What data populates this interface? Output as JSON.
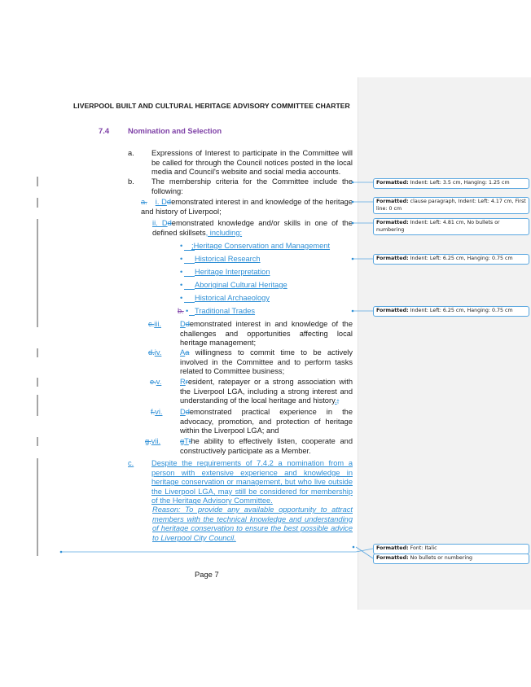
{
  "document": {
    "header_title": "LIVERPOOL BUILT AND CULTURAL HERITAGE ADVISORY COMMITTEE CHARTER",
    "section": {
      "number": "7.4",
      "title": "Nomination and Selection"
    },
    "items": {
      "a": {
        "label": "a.",
        "text": "Expressions of Interest to participate in the Committee will be called for through the Council notices posted in the local media and Council's website and social media accounts."
      },
      "b": {
        "label": "b.",
        "text": "The membership criteria for the Committee include the following:"
      },
      "criteria": {
        "i": {
          "deleted_label": "a.",
          "inserted_label": "i. D",
          "deleted_char": "d",
          "text": "emonstrated interest in and knowledge of the heritage and history of Liverpool;"
        },
        "ii": {
          "inserted_label": "ii. D",
          "deleted_char": "d",
          "text": "emonstrated knowledge and/or skills in one of the defined skillsets",
          "inserted_suffix": ", including:"
        },
        "skillsets": [
          {
            "prefix": ";",
            "text": "Heritage Conservation and Management"
          },
          {
            "prefix": "",
            "text": "Historical Research"
          },
          {
            "prefix": "",
            "text": "Heritage Interpretation"
          },
          {
            "prefix": "",
            "text": "Aboriginal Cultural Heritage"
          },
          {
            "prefix": "",
            "text": "Historical Archaeology"
          },
          {
            "prefix": "",
            "deleted_label": "b.",
            "text": "Traditional Trades"
          }
        ],
        "iii": {
          "deleted_label": "c.",
          "inserted_label": "iii.",
          "inserted_char": "D",
          "deleted_char": "d",
          "text": "emonstrated interest in and knowledge of the challenges and opportunities affecting local heritage management;"
        },
        "iv": {
          "deleted_label": "d.",
          "inserted_label": "iv.",
          "inserted_char": "A",
          "deleted_char": "a",
          "text": " willingness to commit time to be actively involved in the Committee and to perform tasks related to Committee business;"
        },
        "v": {
          "deleted_label": "e.",
          "inserted_label": "v.",
          "inserted_char": "R",
          "deleted_char": "r",
          "text": "esident, ratepayer or a strong association with the Liverpool LGA, including a strong interest and understanding of the local heritage and history",
          "inserted_suffix": ".",
          "deleted_suffix": ";"
        },
        "vi": {
          "deleted_label": "f.",
          "inserted_label": "vi.",
          "inserted_char": "D",
          "deleted_char": "d",
          "text": "emonstrated practical experience in the advocacy, promotion, and protection of heritage within the Liverpool LGA; and"
        },
        "vii": {
          "deleted_label": "g.",
          "inserted_label": "vii.",
          "deleted_char": "g",
          "inserted_char": "T",
          "deleted_char2": "t",
          "text": "he ability to effectively listen, cooperate and constructively participate as a Member."
        }
      },
      "c": {
        "label": "c.",
        "text": "Despite the requirements of 7.4.2 a nomination from a person with extensive experience and knowledge in heritage conservation or management, but who live outside the Liverpool LGA, may still be considered for membership of the Heritage Advisory Committee.",
        "reason": "Reason: To provide any available opportunity to attract members with the technical knowledge and understanding of heritage conservation to ensure the best possible advice to Liverpool City Council."
      }
    },
    "page_label": "Page 7"
  },
  "markup_balloons": [
    {
      "label": "Formatted:",
      "text": "Indent: Left:  3.5 cm, Hanging:  1.25 cm"
    },
    {
      "label": "Formatted:",
      "text": "clause paragraph, Indent: Left:  4.17 cm, First line:  0 cm"
    },
    {
      "label": "Formatted:",
      "text": "Indent: Left:  4.81 cm,  No bullets or numbering"
    },
    {
      "label": "Formatted:",
      "text": "Indent: Left:  6.25 cm, Hanging:  0.75 cm"
    },
    {
      "label": "Formatted:",
      "text": "Indent: Left:  6.25 cm, Hanging:  0.75 cm"
    },
    {
      "label": "Formatted:",
      "text": "Font: Italic"
    },
    {
      "label": "Formatted:",
      "text": " No bullets or numbering"
    }
  ],
  "colors": {
    "insertion": "#2e8fd6",
    "heading": "#7d3fa6",
    "change_bar": "#a6a6a6",
    "markup_pane": "#f2f2f2",
    "balloon_border": "#5aa7e0"
  }
}
